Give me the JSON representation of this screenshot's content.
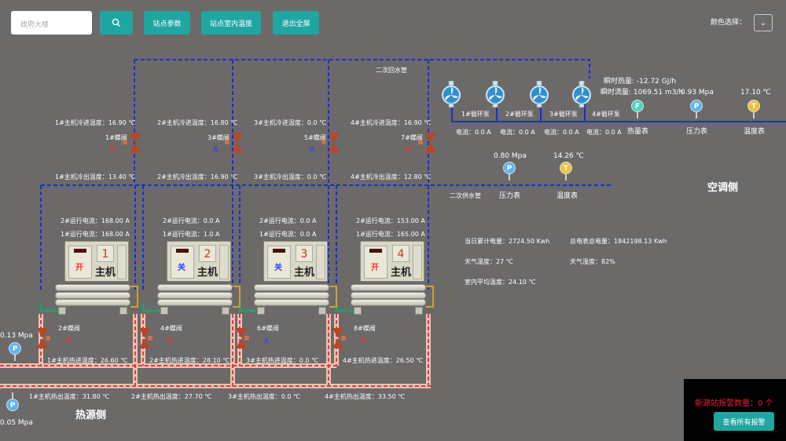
{
  "toolbar": {
    "search_placeholder": "政府大楼",
    "btn_station_params": "站点参数",
    "btn_indoor_temp": "站点室内温度",
    "btn_exit_fullscreen": "退出全屏",
    "color_select_label": "颜色选择："
  },
  "secondary_return_pipe": "二次回水管",
  "secondary_supply_pipe": "二次供水管",
  "ac_side": "空调侧",
  "heat_side": "热源侧",
  "instant": {
    "heat": "瞬时热量: -12.72 GJ/h",
    "flow": "瞬时流量: 1069.51 m3/h"
  },
  "meters": {
    "heat_label": "热量表",
    "pressure_label": "压力表",
    "temp_label": "温度表",
    "top_pressure": "0.93 Mpa",
    "top_temp": "17.10 ℃",
    "mid_pressure": "0.80 Mpa",
    "mid_temp": "14.26 ℃",
    "left_pressure": "0.13 Mpa",
    "bottom_pressure": "0.05 Mpa"
  },
  "pumps": [
    {
      "name": "1#循环泵",
      "current": "电流：0.0 A"
    },
    {
      "name": "2#循环泵",
      "current": "电流：0.0 A"
    },
    {
      "name": "3#循环泵",
      "current": "电流：0.0 A"
    },
    {
      "name": "4#循环泵",
      "current": "电流：0.0 A"
    }
  ],
  "summary": {
    "today_power": "当日累计电量：2724.50 Kwh",
    "total_power": "总电表总电量：1842198.13 Kwh",
    "weather_temp": "天气温度：27 ℃",
    "weather_humidity": "天气湿度：82%",
    "indoor_avg": "室内平均温度：24.10 ℃"
  },
  "hosts": [
    {
      "num": "1",
      "name": "主机",
      "state": "开",
      "cool_in": "1#主机冷进温度：16.90 ℃",
      "cool_out": "1#主机冷出温度：13.40 ℃",
      "cool_valve": "1#蝶阀",
      "cool_valve_state": "开",
      "run2": "2#运行电流：168.00 A",
      "run1": "1#运行电流：168.00 A",
      "hot_valve": "2#蝶阀",
      "hot_valve_state": "开",
      "hot_in": "1#主机热进温度：26.60 ℃",
      "hot_out": "1#主机热出温度：31.80 ℃"
    },
    {
      "num": "2",
      "name": "主机",
      "state": "关",
      "cool_in": "2#主机冷进温度：16.80 ℃",
      "cool_out": "2#主机冷出温度：16.90 ℃",
      "cool_valve": "3#蝶阀",
      "cool_valve_state": "关",
      "run2": "2#运行电流：0.0 A",
      "run1": "1#运行电流：1.0 A",
      "hot_valve": "4#蝶阀",
      "hot_valve_state": "开",
      "hot_in": "2#主机热进温度：28.10 ℃",
      "hot_out": "2#主机热出温度：27.70 ℃"
    },
    {
      "num": "3",
      "name": "主机",
      "state": "关",
      "cool_in": "3#主机冷进温度：0.0 ℃",
      "cool_out": "3#主机冷出温度：0.0 ℃",
      "cool_valve": "5#蝶阀",
      "cool_valve_state": "关",
      "run2": "2#运行电流：0.0 A",
      "run1": "1#运行电流：0.0 A",
      "hot_valve": "6#蝶阀",
      "hot_valve_state": "关",
      "hot_in": "3#主机热进温度：0.0 ℃",
      "hot_out": "3#主机热出温度：0.0 ℃"
    },
    {
      "num": "4",
      "name": "主机",
      "state": "开",
      "cool_in": "4#主机冷进温度：16.90 ℃",
      "cool_out": "4#主机冷出温度：12.80 ℃",
      "cool_valve": "7#蝶阀",
      "cool_valve_state": "开",
      "run2": "2#运行电流：153.00 A",
      "run1": "1#运行电流：165.00 A",
      "hot_valve": "8#蝶阀",
      "hot_valve_state": "开",
      "hot_in": "4#主机热进温度：26.50 ℃",
      "hot_out": "4#主机热出温度：33.50 ℃"
    }
  ],
  "alarm": {
    "text": "能源站报警数量：0 个",
    "button": "查看所有报警"
  },
  "colors": {
    "accent": "#1fa6a1",
    "on": "#ff2a2a",
    "off": "#2a3cff",
    "cold_pipe": "#1a2ed6",
    "hot_pipe": "#e43a3a"
  }
}
